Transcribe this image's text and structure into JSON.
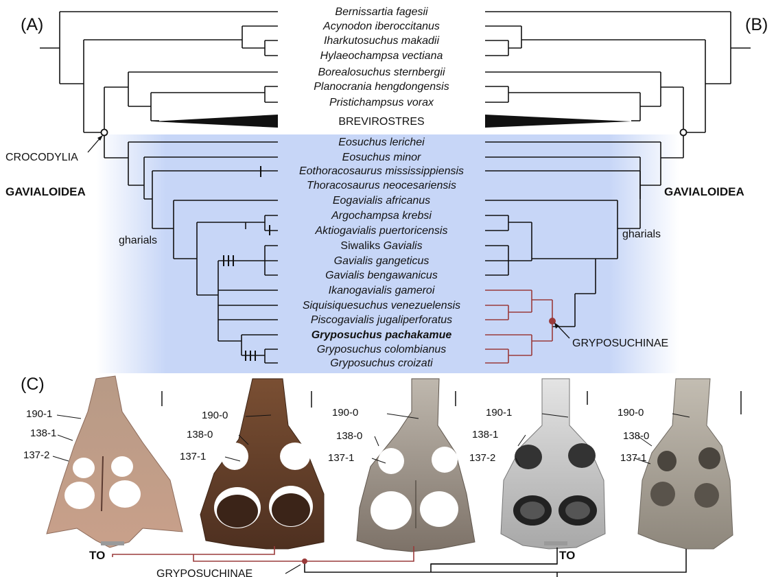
{
  "panel_labels": {
    "a": "(A)",
    "b": "(B)",
    "c": "(C)"
  },
  "taxa": [
    {
      "name": "Bernissartia fagesii",
      "style": "italic"
    },
    {
      "name": "Acynodon iberoccitanus",
      "style": "italic"
    },
    {
      "name": "Iharkutosuchus makadii",
      "style": "italic"
    },
    {
      "name": "Hylaeochampsa vectiana",
      "style": "italic"
    },
    {
      "name": "Borealosuchus sternbergii",
      "style": "italic"
    },
    {
      "name": "Planocrania hengdongensis",
      "style": "italic"
    },
    {
      "name": "Pristichampsus vorax",
      "style": "italic"
    },
    {
      "name": "BREVIROSTRES",
      "style": "upright"
    },
    {
      "name": "Eosuchus lerichei",
      "style": "italic"
    },
    {
      "name": "Eosuchus minor",
      "style": "italic"
    },
    {
      "name": "Eothoracosaurus mississippiensis",
      "style": "italic"
    },
    {
      "name": "Thoracosaurus neocesariensis",
      "style": "italic"
    },
    {
      "name": "Eogavialis africanus",
      "style": "italic"
    },
    {
      "name": "Argochampsa krebsi",
      "style": "italic"
    },
    {
      "name": "Aktiogavialis puertoricensis",
      "style": "italic"
    },
    {
      "name": "Gavialis",
      "prefix": "Siwaliks",
      "style": "mixed"
    },
    {
      "name": "Gavialis gangeticus",
      "style": "italic"
    },
    {
      "name": "Gavialis bengawanicus",
      "style": "italic"
    },
    {
      "name": "Ikanogavialis gameroi",
      "style": "italic"
    },
    {
      "name": "Siquisiquesuchus venezuelensis",
      "style": "italic"
    },
    {
      "name": "Piscogavialis jugaliperforatus",
      "style": "italic"
    },
    {
      "name": "Gryposuchus pachakamue",
      "style": "bold-italic"
    },
    {
      "name": "Gryposuchus colombianus",
      "style": "italic"
    },
    {
      "name": "Gryposuchus croizati",
      "style": "italic"
    }
  ],
  "clade_labels": {
    "crocodylia": "CROCODYLIA",
    "gavialoidea_a": "GAVIALOIDEA",
    "gavialoidea_b": "GAVIALOIDEA",
    "gharials_a": "gharials",
    "gharials_b": "gharials",
    "gryposuchinae_tree": "GRYPOSUCHINAE",
    "gryposuchinae_skulls": "GRYPOSUCHINAE"
  },
  "skulls": [
    {
      "labels": [
        "190-1",
        "138-1",
        "137-2"
      ]
    },
    {
      "labels": [
        "190-0",
        "138-0",
        "137-1"
      ]
    },
    {
      "labels": [
        "190-0",
        "138-0",
        "137-1"
      ]
    },
    {
      "labels": [
        "190-1",
        "138-1",
        "137-2"
      ]
    },
    {
      "labels": [
        "190-0",
        "138-0",
        "137-1"
      ]
    }
  ],
  "to_labels": [
    "TO",
    "TO"
  ],
  "colors": {
    "line": "#111111",
    "gryposuchinae": "#9a3a3a",
    "highlight": "#c7d6f7",
    "scale_bar_grey": "#9a9a9a"
  }
}
